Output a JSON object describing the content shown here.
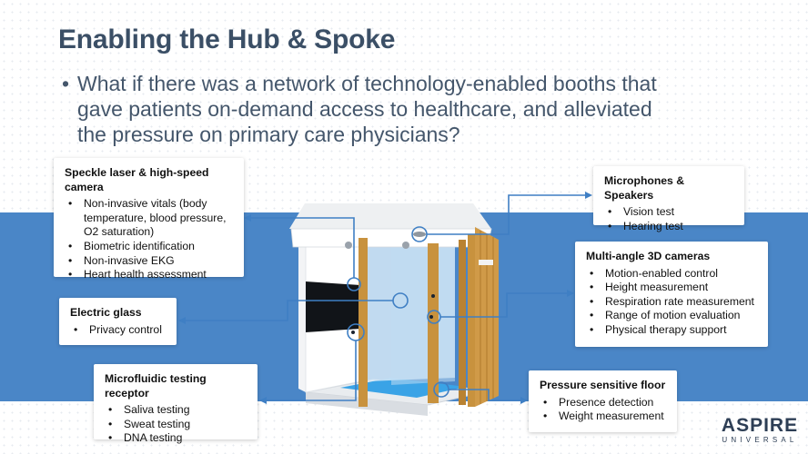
{
  "slide": {
    "title": "Enabling the Hub & Spoke",
    "bullet": "What if there was a network of technology-enabled booths that gave patients on-demand access to healthcare, and alleviated the pressure on primary care physicians?"
  },
  "colors": {
    "band": "#4a86c7",
    "connector": "#3f7fc4",
    "title": "#3b4f66"
  },
  "callouts": {
    "speckle": {
      "title": "Speckle laser & high-speed camera",
      "items": [
        "Non-invasive vitals (body temperature, blood pressure, O2 saturation)",
        "Biometric identification",
        "Non-invasive EKG",
        "Heart health assessment"
      ]
    },
    "glass": {
      "title": "Electric glass",
      "items": [
        "Privacy control"
      ]
    },
    "microfluidic": {
      "title": "Microfluidic testing receptor",
      "items": [
        "Saliva testing",
        "Sweat testing",
        "DNA testing"
      ]
    },
    "microphones": {
      "title": "Microphones & Speakers",
      "items": [
        "Vision test",
        "Hearing test"
      ]
    },
    "cameras": {
      "title": "Multi-angle 3D cameras",
      "items": [
        "Motion-enabled control",
        "Height measurement",
        "Respiration rate measurement",
        "Range of motion evaluation",
        "Physical therapy support"
      ]
    },
    "floor": {
      "title": "Pressure sensitive floor",
      "items": [
        "Presence detection",
        "Weight measurement"
      ]
    }
  },
  "logo": {
    "name": "ASPIRE",
    "sub": "UNIVERSAL"
  }
}
